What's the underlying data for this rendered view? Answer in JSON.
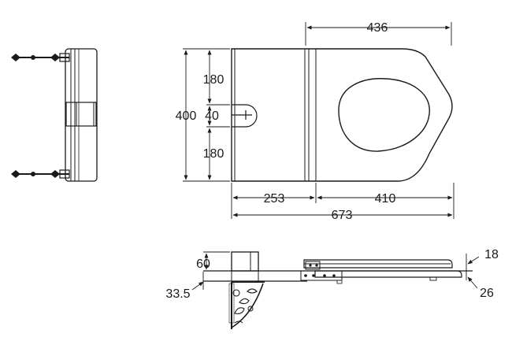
{
  "dimensions": {
    "top_width": "436",
    "total_height": "400",
    "upper_segment": "180",
    "middle_segment": "40",
    "lower_segment": "180",
    "left_length": "253",
    "right_length": "410",
    "total_length": "673",
    "side_height": "60",
    "bracket_offset": "33.5",
    "seat_thickness": "18",
    "lid_thickness": "26"
  },
  "colors": {
    "ink": "#1a1a1a",
    "background": "#ffffff"
  }
}
